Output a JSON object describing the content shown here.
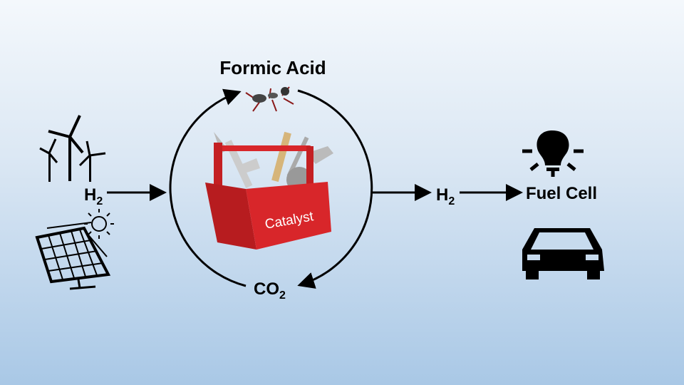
{
  "labels": {
    "formic_acid": "Formic Acid",
    "h2_in": "H",
    "h2_in_sub": "2",
    "co2": "CO",
    "co2_sub": "2",
    "h2_out": "H",
    "h2_out_sub": "2",
    "fuel_cell": "Fuel Cell",
    "catalyst": "Catalyst"
  },
  "colors": {
    "toolbox": "#d8262a",
    "arrow": "#000000"
  },
  "icons": [
    "wind-turbine-icon",
    "solar-panel-icon",
    "sun-icon",
    "ant-icon",
    "toolbox-icon",
    "light-bulb-icon",
    "car-icon"
  ]
}
